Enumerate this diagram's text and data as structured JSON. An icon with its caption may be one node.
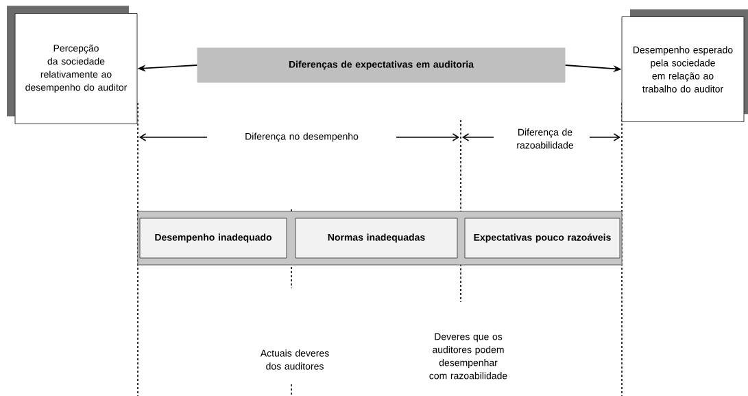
{
  "diagram": {
    "nodes": [
      {
        "text": [
          "Percepção da sociedade relativamente ao desempenho do auditor"
        ]
      },
      {
        "text": [
          "Desempenho esperado pela sociedade em relação ao trabalho do auditor"
        ]
      },
      {
        "text": [
          "Diferenças de expectativas em auditoria"
        ]
      },
      {
        "text": [
          "Desempenho inadequado"
        ]
      },
      {
        "text": [
          "Normas inadequadas"
        ]
      },
      {
        "text": [
          "Expectativas pouco razoáveis"
        ]
      }
    ],
    "edges": [
      {
        "from": 2,
        "to": 0,
        "arrow": "to"
      },
      {
        "from": 2,
        "to": 1,
        "arrow": "to"
      }
    ],
    "labels": [
      "Diferença no desempenho",
      "Diferença de razoabilidade",
      "Actuais deveres dos auditores",
      "Deveres que os auditores podem desempenhar com razoabilidade"
    ]
  }
}
